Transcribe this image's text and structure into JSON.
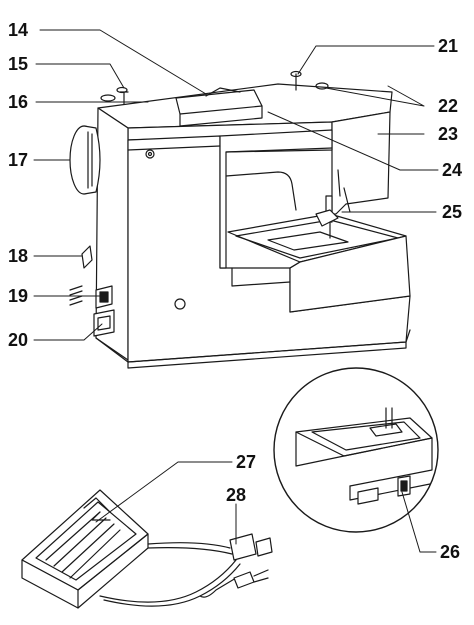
{
  "callouts": [
    {
      "id": "c14",
      "label": "14"
    },
    {
      "id": "c15",
      "label": "15"
    },
    {
      "id": "c16",
      "label": "16"
    },
    {
      "id": "c17",
      "label": "17"
    },
    {
      "id": "c18",
      "label": "18"
    },
    {
      "id": "c19",
      "label": "19"
    },
    {
      "id": "c20",
      "label": "20"
    },
    {
      "id": "c21",
      "label": "21"
    },
    {
      "id": "c22",
      "label": "22"
    },
    {
      "id": "c23",
      "label": "23"
    },
    {
      "id": "c24",
      "label": "24"
    },
    {
      "id": "c25",
      "label": "25"
    },
    {
      "id": "c26",
      "label": "26"
    },
    {
      "id": "c27",
      "label": "27"
    },
    {
      "id": "c28",
      "label": "28"
    }
  ]
}
